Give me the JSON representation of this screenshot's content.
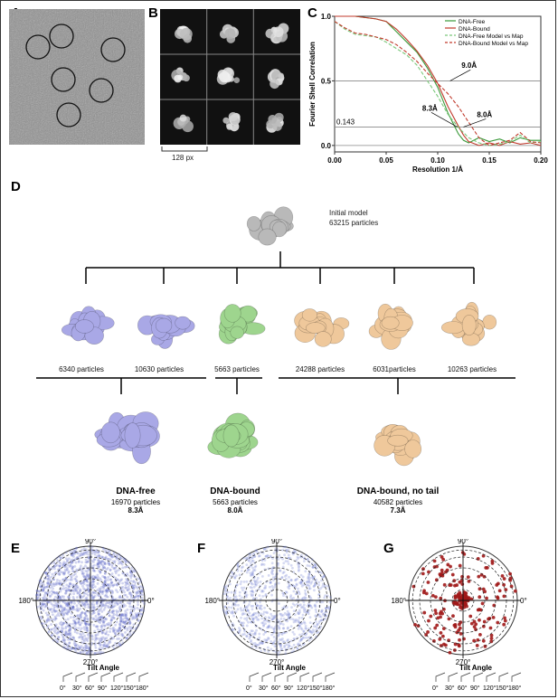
{
  "panels": {
    "a": "A",
    "b": "B",
    "c": "C",
    "d": "D",
    "e": "E",
    "f": "F",
    "g": "G"
  },
  "panel_b": {
    "scale_label": "128 px"
  },
  "chart_data": {
    "type": "line",
    "xlabel": "Resolution 1/Å",
    "ylabel": "Fourier Shell Correlation",
    "xlim": [
      0,
      0.2
    ],
    "ylim": [
      -0.05,
      1.0
    ],
    "xticks": [
      "0.00",
      "0.05",
      "0.10",
      "0.15",
      "0.20"
    ],
    "yticks": [
      "0.0",
      "0.5",
      "1.0"
    ],
    "reference_lines": [
      {
        "y": 0.5
      },
      {
        "y": 0.143,
        "label": "0.143"
      }
    ],
    "annotations": [
      "9.0Å",
      "8.3Å",
      "8.0Å"
    ],
    "series": [
      {
        "name": "DNA-Free",
        "color": "#3a9a3a",
        "dash": "solid",
        "x": [
          0,
          0.01,
          0.02,
          0.04,
          0.05,
          0.06,
          0.07,
          0.08,
          0.09,
          0.1,
          0.11,
          0.12,
          0.125,
          0.13,
          0.14,
          0.15,
          0.16,
          0.17,
          0.18,
          0.19,
          0.2
        ],
        "y": [
          1.0,
          1.0,
          1.0,
          0.98,
          0.96,
          0.88,
          0.8,
          0.72,
          0.6,
          0.45,
          0.25,
          0.09,
          0.04,
          0.02,
          0.06,
          0.03,
          0.05,
          0.02,
          0.06,
          0.04,
          0.04
        ]
      },
      {
        "name": "DNA-Bound",
        "color": "#c0392b",
        "dash": "solid",
        "x": [
          0,
          0.01,
          0.02,
          0.04,
          0.05,
          0.06,
          0.07,
          0.08,
          0.09,
          0.1,
          0.11,
          0.12,
          0.125,
          0.13,
          0.14,
          0.15,
          0.16,
          0.17,
          0.18,
          0.19,
          0.2
        ],
        "y": [
          1.0,
          1.0,
          1.0,
          0.98,
          0.96,
          0.9,
          0.82,
          0.73,
          0.62,
          0.48,
          0.3,
          0.15,
          0.08,
          0.03,
          0.0,
          0.02,
          0.0,
          0.03,
          0.01,
          0.02,
          0.0
        ]
      },
      {
        "name": "DNA-Free Model  vs Map",
        "color": "#7ac87a",
        "dash": "4,2",
        "x": [
          0,
          0.01,
          0.02,
          0.03,
          0.04,
          0.05,
          0.06,
          0.07,
          0.08,
          0.09,
          0.1,
          0.11,
          0.12,
          0.13,
          0.14,
          0.15,
          0.16,
          0.17,
          0.18,
          0.19,
          0.2
        ],
        "y": [
          0.96,
          0.9,
          0.86,
          0.85,
          0.84,
          0.8,
          0.75,
          0.7,
          0.62,
          0.5,
          0.38,
          0.24,
          0.14,
          0.06,
          0.02,
          0.0,
          0.01,
          0.03,
          0.08,
          0.02,
          0.03
        ]
      },
      {
        "name": "DNA-Bound Model  vs Map",
        "color": "#c0392b",
        "dash": "4,2",
        "x": [
          0,
          0.01,
          0.02,
          0.03,
          0.04,
          0.05,
          0.06,
          0.07,
          0.08,
          0.09,
          0.1,
          0.11,
          0.12,
          0.13,
          0.14,
          0.15,
          0.16,
          0.17,
          0.18,
          0.19,
          0.2
        ],
        "y": [
          0.96,
          0.91,
          0.87,
          0.86,
          0.84,
          0.82,
          0.78,
          0.72,
          0.65,
          0.56,
          0.48,
          0.4,
          0.3,
          0.18,
          0.06,
          0.0,
          0.02,
          0.04,
          0.1,
          0.03,
          0.02
        ]
      }
    ]
  },
  "panel_d": {
    "initial_model": {
      "title": "Initial model",
      "count": "63215 particles"
    },
    "classes": [
      {
        "count": "6340 particles",
        "color": "#a9a8e6"
      },
      {
        "count": "10630 particles",
        "color": "#a9a8e6"
      },
      {
        "count": "5663 particles",
        "color": "#9ed58e"
      },
      {
        "count": "24288 particles",
        "color": "#efc89b"
      },
      {
        "count": "6031particles",
        "color": "#efc89b"
      },
      {
        "count": "10263 particles",
        "color": "#efc89b"
      }
    ],
    "final_maps": [
      {
        "name": "DNA-free",
        "count": "16970 particles",
        "resolution": "8.3Å",
        "color": "#a9a8e6"
      },
      {
        "name": "DNA-bound",
        "count": "5663 particles",
        "resolution": "8.0Å",
        "color": "#9ed58e"
      },
      {
        "name": "DNA-bound, no tail",
        "count": "40582 particles",
        "resolution": "7.3Å",
        "color": "#efc89b"
      }
    ]
  },
  "polar": {
    "angle_labels": {
      "top": "90°",
      "left": "180°",
      "right": "0°",
      "bottom": "270°"
    },
    "tilt_title": "Tilt Angle",
    "tilt_ticks": [
      "0°",
      "30°",
      "60°",
      "90°",
      "120°",
      "150°",
      "180°"
    ],
    "plots": [
      {
        "id": "E",
        "color": "#5b63c4",
        "density": "high"
      },
      {
        "id": "F",
        "color": "#6a79d2",
        "density": "medium"
      },
      {
        "id": "G",
        "color": "#a01818",
        "density": "sparse"
      }
    ]
  }
}
